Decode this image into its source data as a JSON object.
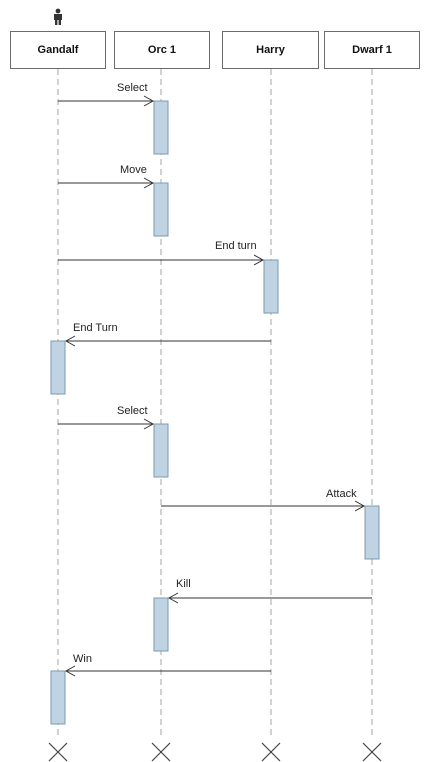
{
  "participants": [
    {
      "id": "gandalf",
      "name": "Gandalf"
    },
    {
      "id": "orc1",
      "name": "Orc 1"
    },
    {
      "id": "harry",
      "name": "Harry"
    },
    {
      "id": "dwarf1",
      "name": "Dwarf 1"
    }
  ],
  "actor_icon": "person-icon",
  "messages": [
    {
      "from": "gandalf",
      "to": "orc1",
      "label": "Select"
    },
    {
      "from": "gandalf",
      "to": "orc1",
      "label": "Move"
    },
    {
      "from": "gandalf",
      "to": "harry",
      "label": "End turn"
    },
    {
      "from": "harry",
      "to": "gandalf",
      "label": "End Turn"
    },
    {
      "from": "gandalf",
      "to": "orc1",
      "label": "Select"
    },
    {
      "from": "orc1",
      "to": "dwarf1",
      "label": "Attack"
    },
    {
      "from": "dwarf1",
      "to": "orc1",
      "label": "Kill"
    },
    {
      "from": "harry",
      "to": "gandalf",
      "label": "Win"
    }
  ],
  "colors": {
    "lifeline": "#a6a6a6",
    "box_border": "#6b6b6b",
    "activation_fill": "#bfd3e2",
    "activation_border": "#7a9ab3",
    "arrow": "#333333",
    "destroy": "#444444"
  }
}
